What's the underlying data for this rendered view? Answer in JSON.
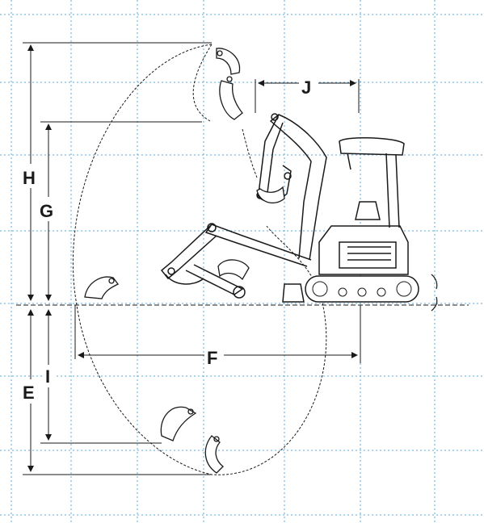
{
  "labels": {
    "h": "H",
    "g": "G",
    "j": "J",
    "e": "E",
    "i": "I",
    "f": "F"
  },
  "colors": {
    "grid": "#5aa8d6",
    "line": "#1a1a1a",
    "background": "#ffffff"
  }
}
